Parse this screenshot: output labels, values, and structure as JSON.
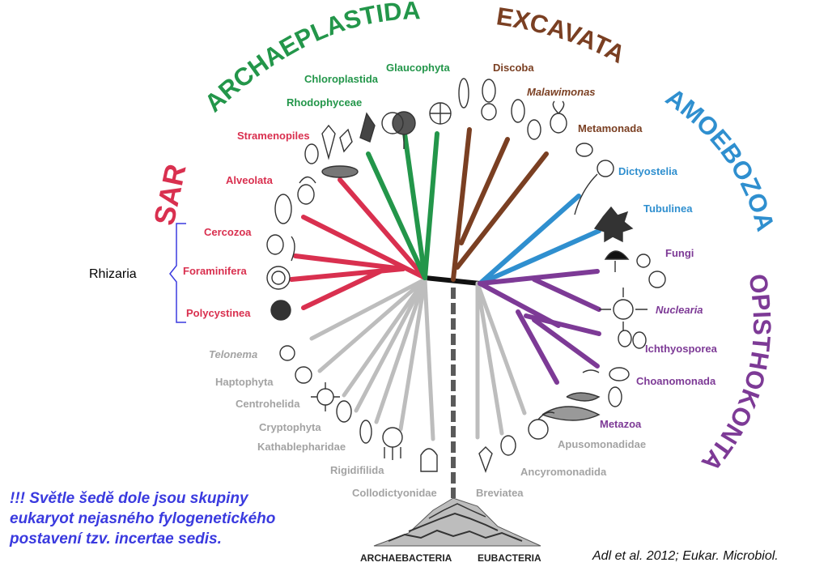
{
  "supergroups": {
    "sar": "SAR",
    "archaeplastida": "ARCHAEPLASTIDA",
    "excavata": "EXCAVATA",
    "amoebozoa": "AMOEBOZOA",
    "opisthokonta": "OPISTHOKONTA"
  },
  "taxa": {
    "stramenopiles": "Stramenopiles",
    "alveolata": "Alveolata",
    "cercozoa": "Cercozoa",
    "foraminifera": "Foraminifera",
    "polycystinea": "Polycystinea",
    "chloroplastida": "Chloroplastida",
    "glaucophyta": "Glaucophyta",
    "rhodophyceae": "Rhodophyceae",
    "discoba": "Discoba",
    "malawimonas": "Malawimonas",
    "metamonada": "Metamonada",
    "dictyostelia": "Dictyostelia",
    "tubulinea": "Tubulinea",
    "fungi": "Fungi",
    "nuclearia": "Nuclearia",
    "ichthyosporea": "Ichthyosporea",
    "choanomonada": "Choanomonada",
    "metazoa": "Metazoa",
    "telonema": "Telonema",
    "haptophyta": "Haptophyta",
    "centrohelida": "Centrohelida",
    "cryptophyta": "Cryptophyta",
    "kathablepharidae": "Kathablepharidae",
    "rigidifilida": "Rigidifilida",
    "collodictyonidae": "Collodictyonidae",
    "breviatea": "Breviatea",
    "ancyromonadida": "Ancyromonadida",
    "apusomonadidae": "Apusomonadidae"
  },
  "rhizaria_label": "Rhizaria",
  "note_lines": [
    "!!! Světle šedě dole jsou skupiny",
    "eukaryot nejasného fylogenetického",
    "postavení tzv. incertae sedis."
  ],
  "root_labels": {
    "archaebacteria": "ARCHAEBACTERIA",
    "eubacteria": "EUBACTERIA"
  },
  "citation": "Adl et al. 2012; Eukar. Microbiol.",
  "colors": {
    "sar": "#d9304f",
    "archaeplastida": "#23964a",
    "excavata": "#7a3f22",
    "amoebozoa": "#2f8fcf",
    "opisthokonta": "#7d3a96",
    "incertae_sedis": "#a3a3a3",
    "note": "#3a3adf"
  }
}
